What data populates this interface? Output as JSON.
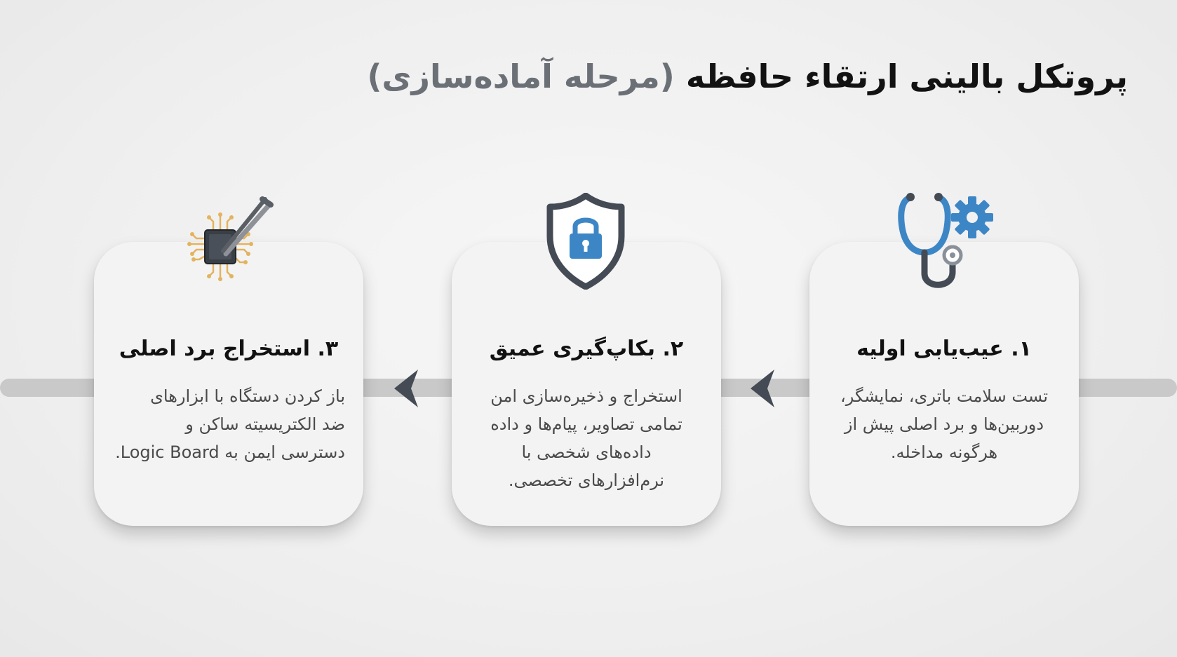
{
  "title": {
    "main": "پروتکل بالینی ارتقاء حافظه",
    "sub": "(مرحله آماده‌سازی)"
  },
  "steps": [
    {
      "title": "۱. عیب‌یابی اولیه",
      "lines": [
        "تست سلامت باتری، نمایشگر،",
        "دوربین‌ها و برد اصلی پیش از",
        "هرگونه مداخله."
      ],
      "icon": "stethoscope-gear-icon"
    },
    {
      "title": "۲. بکاپ‌گیری عمیق",
      "lines": [
        "استخراج و ذخیره‌سازی امن",
        "تمامی تصاویر، پیام‌ها و داده",
        "داده‌های شخصی با",
        "نرم‌افزارهای تخصصی."
      ],
      "icon": "shield-lock-icon"
    },
    {
      "title": "۳. استخراج برد اصلی",
      "lines": [
        "باز کردن دستگاه با ابزارهای",
        "ضد الکتریسیته ساکن و",
        "دسترسی ایمن به Logic Board."
      ],
      "icon": "chip-tweezers-icon"
    }
  ],
  "colors": {
    "accent_blue": "#3d86c6",
    "dark_slate": "#454b55",
    "gold": "#e3b35f",
    "connector": "#c9c9c9"
  }
}
